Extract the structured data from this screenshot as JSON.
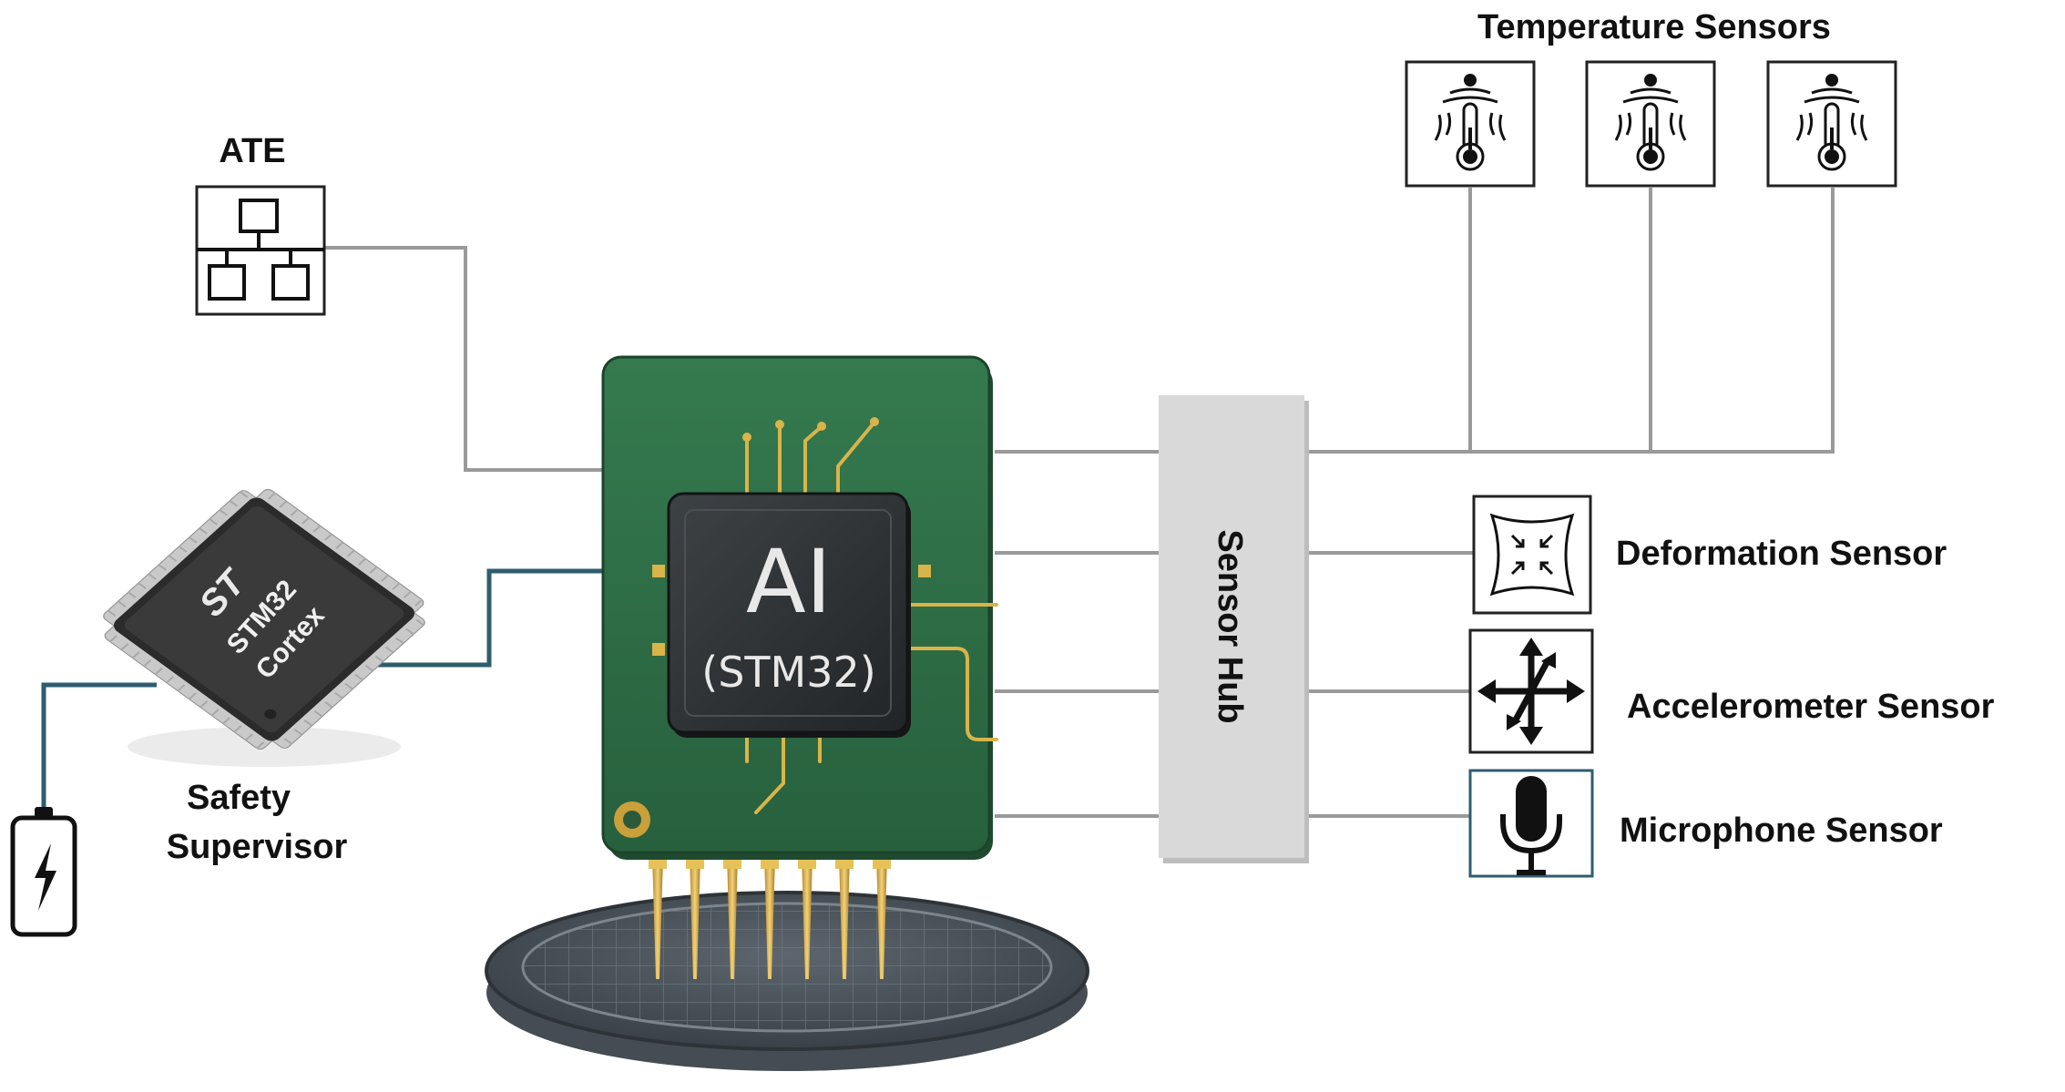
{
  "labels": {
    "ate": "ATE",
    "temperature": "Temperature Sensors",
    "safety_line1": "Safety",
    "safety_line2": "Supervisor",
    "chip_main": "AI",
    "chip_sub": "(STM32)",
    "sensor_hub": "Sensor Hub",
    "deformation": "Deformation Sensor",
    "accelerometer": "Accelerometer Sensor",
    "microphone": "Microphone Sensor"
  },
  "stm_chip": {
    "brand": "ST",
    "model": "STM32",
    "core": "Cortex"
  },
  "icons": {
    "ate": "network-topology-icon",
    "temperature": "thermometer-icon",
    "deformation": "compress-arrows-icon",
    "accelerometer": "multi-axis-arrows-icon",
    "microphone": "microphone-icon",
    "battery": "battery-charging-icon"
  },
  "colors": {
    "board": "#2f6b45",
    "chip": "#2c2f31",
    "hub": "#d8d8d8",
    "wire": "#9a9a9a",
    "wire_teal": "#2e5d6e",
    "gold": "#d8b44a"
  }
}
